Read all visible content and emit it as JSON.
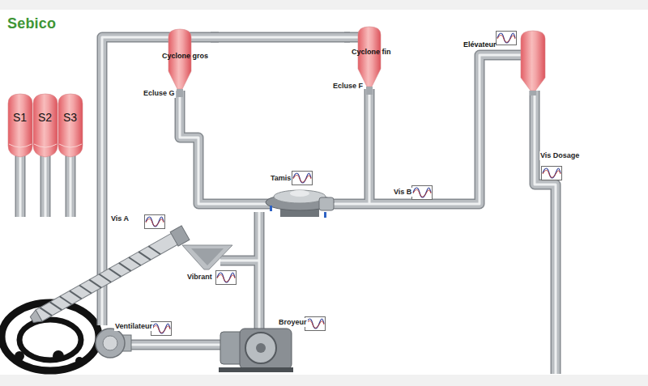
{
  "diagram": {
    "nodes": [
      {
        "text": [
          "Cyclone gros"
        ]
      },
      {
        "text": [
          "Cyclone fin"
        ]
      },
      {
        "text": [
          "Elévateur"
        ]
      },
      {
        "text": [
          "S1"
        ]
      },
      {
        "text": [
          "S2"
        ]
      },
      {
        "text": [
          "S3"
        ]
      }
    ],
    "edges": [
      {
        "from": 0,
        "to": 1,
        "arrow": "none"
      }
    ],
    "labels": [
      "Sebico",
      "Ecluse G",
      "Ecluse F",
      "Tamis",
      "Vis B",
      "Vis Dosage",
      "Vis A",
      "Vibrant",
      "Ventilateur",
      "Broyeur"
    ]
  }
}
